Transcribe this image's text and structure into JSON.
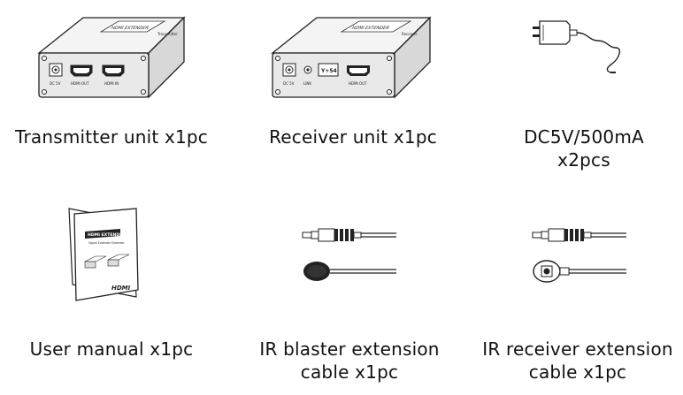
{
  "items": [
    {
      "id": "transmitter",
      "lines": [
        "Transmitter unit x1pc"
      ],
      "device": {
        "ports": [
          "DC 5V",
          "HDMI OUT",
          "HDMI IN"
        ],
        "top_label": "HDMI EXTENDER",
        "top_sub": "Transmitter"
      }
    },
    {
      "id": "receiver",
      "lines": [
        "Receiver unit x1pc"
      ],
      "device": {
        "ports": [
          "DC 5V",
          "LINK",
          "HDMI OUT"
        ],
        "display": "Y+54",
        "top_label": "HDMI EXTENDER",
        "top_sub": "Receiver"
      }
    },
    {
      "id": "power",
      "lines": [
        "DC5V/500mA",
        "x2pcs"
      ]
    },
    {
      "id": "manual",
      "lines": [
        "User manual x1pc"
      ],
      "manual": {
        "title": "HDMI EXTENDER",
        "subtitle": "Signal Extender Extender",
        "logo": "HDMI"
      }
    },
    {
      "id": "ir_blaster",
      "lines": [
        "IR blaster extension",
        "cable x1pc"
      ]
    },
    {
      "id": "ir_receiver",
      "lines": [
        "IR receiver extension",
        "cable x1pc"
      ]
    }
  ],
  "colors": {
    "ink": "#222222",
    "text": "#111111",
    "background": "#ffffff"
  }
}
